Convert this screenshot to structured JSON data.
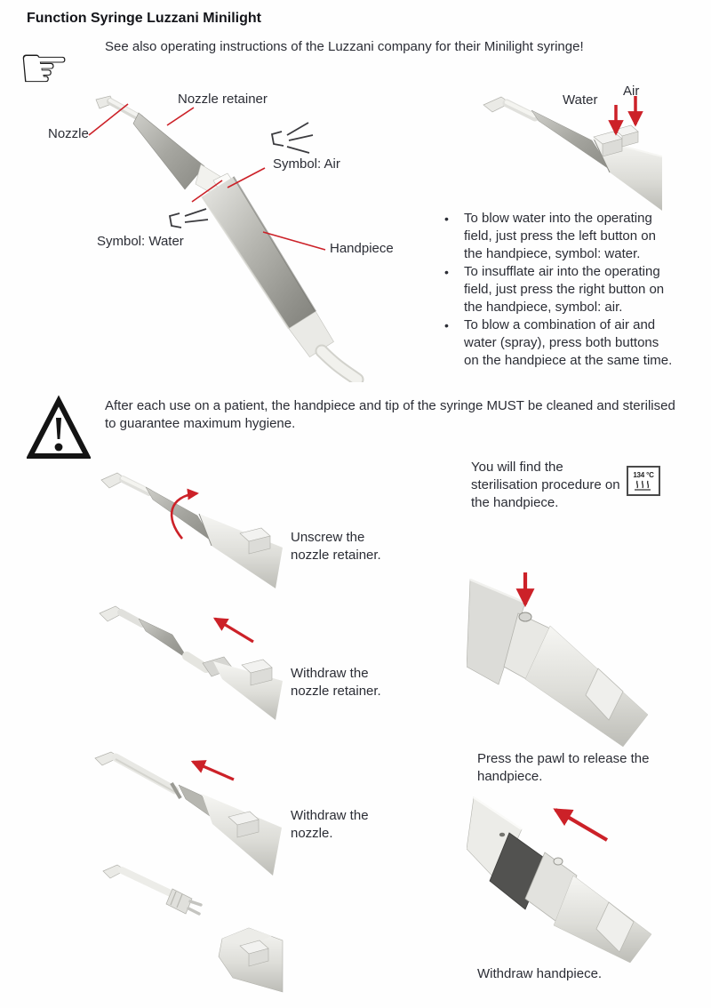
{
  "page": {
    "title": "Function Syringe Luzzani Minilight",
    "note": "See also operating instructions of the Luzzani company for their Minilight syringe!"
  },
  "diagram_labels": {
    "nozzle_retainer": "Nozzle retainer",
    "nozzle": "Nozzle",
    "symbol_air": "Symbol: Air",
    "symbol_water": "Symbol: Water",
    "handpiece": "Handpiece"
  },
  "buttons_figure": {
    "water": "Water",
    "air": "Air"
  },
  "instructions": {
    "items": [
      "To blow water into the operating field, just press the left button on the handpiece, symbol: water.",
      "To insufflate air into the operating field, just press the right button on the handpiece, symbol: air.",
      "To blow a combination of air and water (spray), press both buttons on the handpiece at the same time."
    ]
  },
  "warning": {
    "text": "After each use on a patient, the handpiece and tip of the syringe MUST be cleaned and sterilised to guarantee maximum hygiene."
  },
  "sterilisation": {
    "text": "You will find the sterilisation procedure on the handpiece.",
    "icon_label": "134 °C"
  },
  "steps": {
    "unscrew": "Unscrew the nozzle retainer.",
    "withdraw_retainer": "Withdraw the nozzle retainer.",
    "withdraw_nozzle": "Withdraw the nozzle.",
    "press_pawl": "Press the pawl to release the handpiece.",
    "withdraw_handpiece": "Withdraw handpiece."
  },
  "colors": {
    "accent_red": "#cc2128",
    "text": "#2b2d35"
  }
}
